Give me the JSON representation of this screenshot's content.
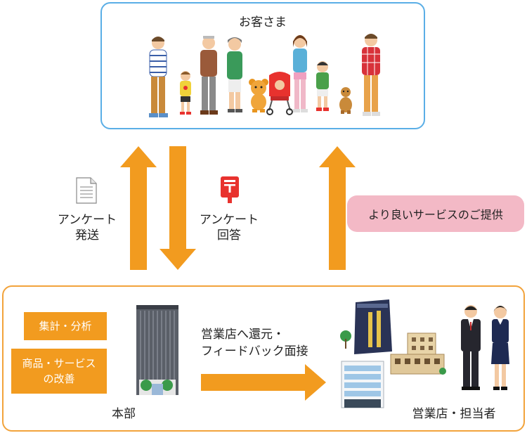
{
  "customers": {
    "title": "お客さま"
  },
  "arrows": {
    "survey_send": [
      "アンケート",
      "発送"
    ],
    "survey_reply": [
      "アンケート",
      "回答"
    ],
    "better_service": "より良いサービスのご提供"
  },
  "headquarters": {
    "task_aggregate": "集計・分析",
    "task_improve": [
      "商品・サービス",
      "の改善"
    ],
    "label": "本部",
    "feedback": [
      "営業店へ還元・",
      "フィードバック面接"
    ],
    "branch_label": "営業店・担当者"
  },
  "colors": {
    "orange": "#f29b1f",
    "blue_border": "#5aaee6",
    "orange_border": "#f2a33b",
    "pink": "#f3b9c6",
    "postbox_red": "#e8322e"
  },
  "icons": [
    "document-icon",
    "postbox-icon"
  ]
}
